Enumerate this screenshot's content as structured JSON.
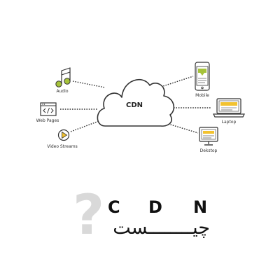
{
  "diagram": {
    "center_label": "CDN",
    "left_nodes": [
      {
        "label": "Audio",
        "icon": "music-note-icon"
      },
      {
        "label": "Web Pages",
        "icon": "code-window-icon"
      },
      {
        "label": "Video Streams",
        "icon": "play-button-icon"
      }
    ],
    "right_nodes": [
      {
        "label": "Mobile",
        "icon": "mobile-phone-icon"
      },
      {
        "label": "Laptop",
        "icon": "laptop-icon"
      },
      {
        "label": "Dekstop",
        "icon": "desktop-monitor-icon"
      }
    ],
    "colors": {
      "line": "#333333",
      "accent_green": "#a6c33a",
      "accent_yellow": "#f2c230",
      "cloud_fill": "#ffffff"
    }
  },
  "caption": {
    "letter_1": "C",
    "letter_2": "D",
    "letter_3": "N",
    "persian_text": "چیــــــــست",
    "question_mark": "?"
  }
}
